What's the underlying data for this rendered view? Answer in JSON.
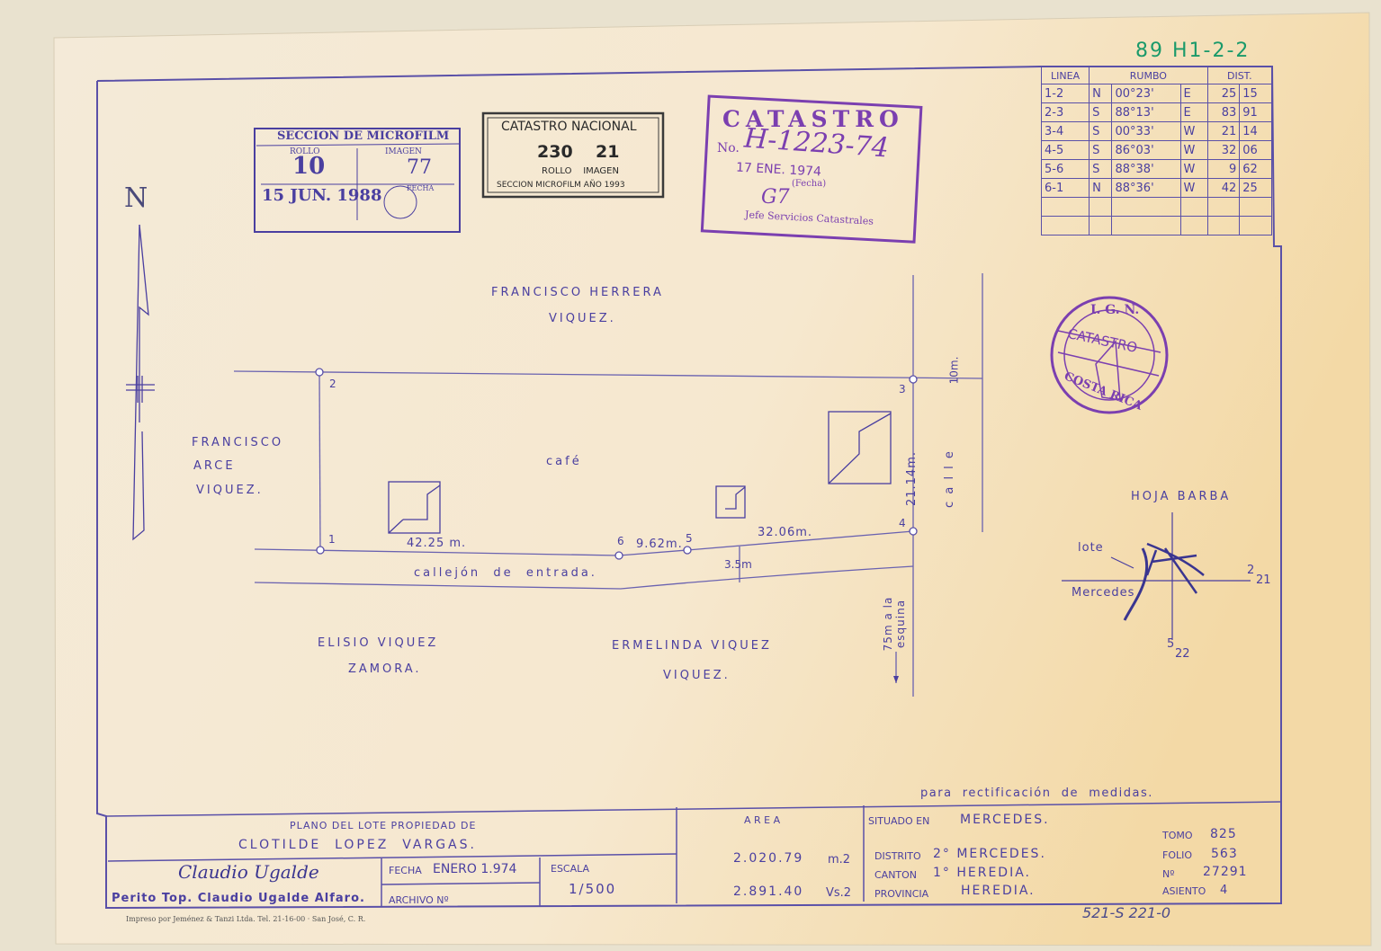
{
  "corner_ref": "89 H1-2-2",
  "bottom_ref": "521-S 221-0",
  "printer": "Impreso por Jeménez & Tanzi Ltda.  Tel. 21-16-00 · San José, C. R.",
  "stamp_microfilm": {
    "title": "SECCION DE MICROFILM",
    "rollo_label": "ROLLO",
    "imagen_label": "IMAGEN",
    "rollo": "10",
    "imagen": "77",
    "date": "15 JUN. 1988",
    "fecha_label": "FECHA"
  },
  "stamp_catastro_nacional": {
    "title": "CATASTRO NACIONAL",
    "rollo": "230",
    "imagen": "21",
    "sub": "ROLLO    IMAGEN",
    "footer": "SECCION MICROFILM AÑO 1993"
  },
  "stamp_catastro": {
    "title": "CATASTRO",
    "no_label": "No.",
    "number": "H-1223-74",
    "date": "17 ENE. 1974",
    "fecha_label": "(Fecha)",
    "signature": "G7",
    "footer": "Jefe Servicios Catastrales"
  },
  "stamp_ign": {
    "top": "I. G. N.",
    "middle": "CATASTRO",
    "bottom": "COSTA RICA"
  },
  "north": "N",
  "bearings": {
    "headers": [
      "LINEA",
      "RUMBO",
      "DIST."
    ],
    "rows": [
      [
        "1-2",
        "N",
        "00°23'",
        "E",
        "25",
        "15"
      ],
      [
        "2-3",
        "S",
        "88°13'",
        "E",
        "83",
        "91"
      ],
      [
        "3-4",
        "S",
        "00°33'",
        "W",
        "21",
        "14"
      ],
      [
        "4-5",
        "S",
        "86°03'",
        "W",
        "32",
        "06"
      ],
      [
        "5-6",
        "S",
        "88°38'",
        "W",
        "9",
        "62"
      ],
      [
        "6-1",
        "N",
        "88°36'",
        "W",
        "42",
        "25"
      ]
    ]
  },
  "neighbors": {
    "north": [
      "FRANCISCO  HERRERA",
      "VIQUEZ."
    ],
    "west": [
      "FRANCISCO",
      "ARCE",
      "VIQUEZ."
    ],
    "south_left": [
      "ELISIO  VIQUEZ",
      "ZAMORA."
    ],
    "south_right": [
      "ERMELINDA  VIQUEZ",
      "VIQUEZ."
    ]
  },
  "plan": {
    "crop": "café",
    "points": [
      "1",
      "2",
      "3",
      "4",
      "5",
      "6"
    ],
    "dim_1_6": "42.25 m.",
    "dim_6_5": "9.62m.",
    "dim_5_4": "32.06m.",
    "dim_3_4": "21.14m.",
    "alley": "callejón  de  entrada.",
    "alley_width": "3.5m",
    "street": "c a l l e",
    "street_width": "10m.",
    "to_corner": "75m a la esquina"
  },
  "location_map": {
    "title": "HOJA BARBA",
    "lote": "lote",
    "town": "Mercedes",
    "e_label": "2",
    "e_val": "21",
    "n_label": "5",
    "n_val": "22"
  },
  "note": "para  rectificación  de  medidas.",
  "title_block": {
    "plan_label": "PLANO DEL LOTE PROPIEDAD DE",
    "owner": "CLOTILDE  LOPEZ  VARGAS.",
    "signature": "Claudio Ugalde",
    "perito": "Perito Top. Claudio Ugalde Alfaro.",
    "fecha_label": "FECHA",
    "fecha": "ENERO 1.974",
    "archivo_label": "ARCHIVO Nº",
    "escala_label": "ESCALA",
    "escala": "1/500",
    "area_label": "A R E A",
    "area_m2": "2.020.79",
    "unit_m2": "m.2",
    "area_vs2": "2.891.40",
    "unit_vs2": "Vs.2",
    "situado_label": "SITUADO EN",
    "situado": "MERCEDES.",
    "distrito_label": "DISTRITO",
    "distrito": "2° MERCEDES.",
    "canton_label": "CANTON",
    "canton": "1° HEREDIA.",
    "provincia_label": "PROVINCIA",
    "provincia": "HEREDIA.",
    "tomo_label": "TOMO",
    "tomo": "825",
    "folio_label": "FOLIO",
    "folio": "563",
    "no_label": "Nº",
    "no": "27291",
    "asiento_label": "ASIENTO",
    "asiento": "4"
  }
}
